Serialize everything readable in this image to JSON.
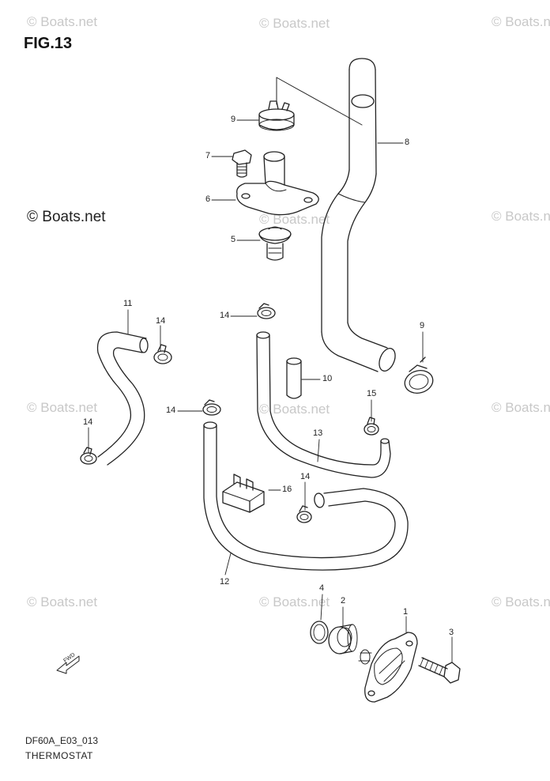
{
  "figure": {
    "title": "FIG.13",
    "code": "DF60A_E03_013",
    "name": "THERMOSTAT"
  },
  "watermark": {
    "text": "© Boats.net"
  },
  "callouts": {
    "c1": "1",
    "c2": "2",
    "c3": "3",
    "c4": "4",
    "c5": "5",
    "c6": "6",
    "c7": "7",
    "c8": "8",
    "c9a": "9",
    "c9b": "9",
    "c10": "10",
    "c11": "11",
    "c12": "12",
    "c13": "13",
    "c14a": "14",
    "c14b": "14",
    "c14c": "14",
    "c14d": "14",
    "c14e": "14",
    "c15": "15",
    "c16": "16"
  },
  "fwd_label": "FWD",
  "colors": {
    "line": "#222222",
    "watermark": "#c8c8c8"
  }
}
